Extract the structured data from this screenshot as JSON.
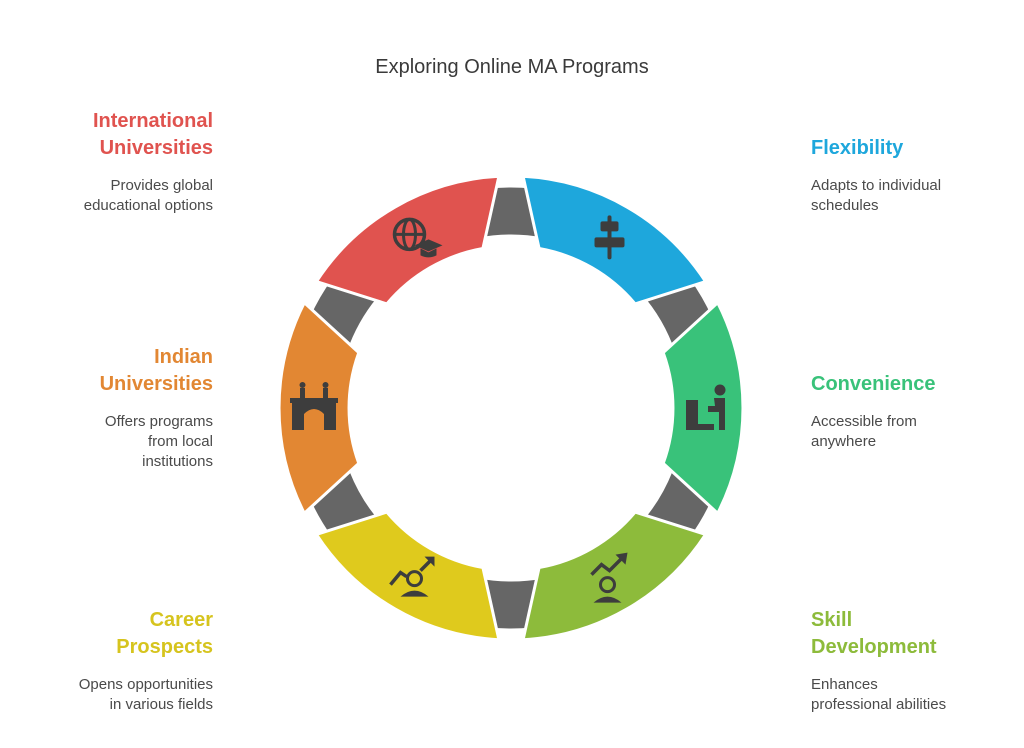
{
  "title": "Exploring Online MA Programs",
  "colors": {
    "ring": "#666666",
    "ring_outline": "#ffffff",
    "icon": "#3d3d3d"
  },
  "segments": [
    {
      "id": "international",
      "heading_lines": [
        "International",
        "Universities"
      ],
      "description_lines": [
        "Provides global",
        "educational options"
      ],
      "color": "#e0534f",
      "icon": "globe-graduation-cap-icon",
      "side": "left"
    },
    {
      "id": "flexibility",
      "heading_lines": [
        "Flexibility"
      ],
      "description_lines": [
        "Adapts to individual",
        "schedules"
      ],
      "color": "#1ea7dc",
      "icon": "align-center-icon",
      "side": "right"
    },
    {
      "id": "convenience",
      "heading_lines": [
        "Convenience"
      ],
      "description_lines": [
        "Accessible from",
        "anywhere"
      ],
      "color": "#39c27a",
      "icon": "person-at-desk-icon",
      "side": "right"
    },
    {
      "id": "skill",
      "heading_lines": [
        "Skill",
        "Development"
      ],
      "description_lines": [
        "Enhances",
        "professional abilities"
      ],
      "color": "#8dbb3b",
      "icon": "person-growth-arrow-icon",
      "side": "right"
    },
    {
      "id": "career",
      "heading_lines": [
        "Career",
        "Prospects"
      ],
      "description_lines": [
        "Opens opportunities",
        "in various fields"
      ],
      "color": "#dfca1d",
      "icon": "person-trend-arrow-icon",
      "side": "left"
    },
    {
      "id": "indian",
      "heading_lines": [
        "Indian",
        "Universities"
      ],
      "description_lines": [
        "Offers programs",
        "from local",
        "institutions"
      ],
      "color": "#e28733",
      "icon": "gateway-monument-icon",
      "side": "left"
    }
  ]
}
